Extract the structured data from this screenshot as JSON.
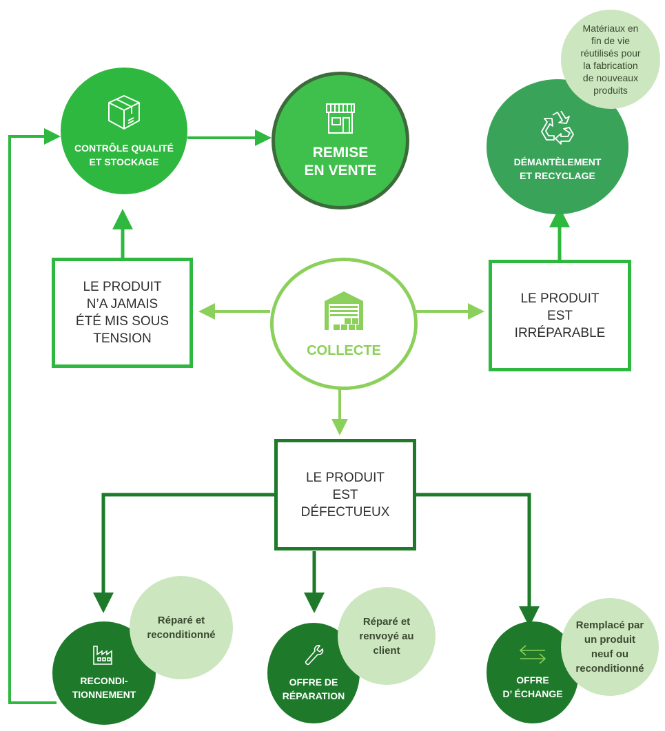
{
  "colors": {
    "bright_green": "#2fb83f",
    "light_green": "#8bd05a",
    "mid_green": "#3aa35a",
    "dark_green": "#1e7a2a",
    "note_green": "#cce6bf"
  },
  "nodes": {
    "controle": {
      "label": "CONTRÔLE QUALITÉ\nET STOCKAGE",
      "icon": "box-icon"
    },
    "remise": {
      "label": "REMISE\nEN VENTE",
      "icon": "shop-icon"
    },
    "demantelement": {
      "label": "DÉMANTÈLEMENT\nET RECYCLAGE",
      "icon": "recycle-icon"
    },
    "collecte": {
      "label": "COLLECTE",
      "icon": "warehouse-icon"
    },
    "recond": {
      "label": "RECONDI-\nTIONNEMENT",
      "icon": "factory-icon"
    },
    "reparation": {
      "label": "OFFRE DE\nRÉPARATION",
      "icon": "wrench-icon"
    },
    "echange": {
      "label": "OFFRE\nD’ ÉCHANGE",
      "icon": "exchange-icon"
    }
  },
  "boxes": {
    "jamais": "LE PRODUIT\nN’A JAMAIS\nÉTÉ MIS SOUS\nTENSION",
    "irreparable": "LE PRODUIT\nEST\nIRRÉPARABLE",
    "defectueux": "LE PRODUIT\nEST\nDÉFECTUEUX"
  },
  "notes": {
    "materiaux": "Matériaux en\nfin de vie\nréutilisés pour\nla fabrication\nde nouveaux\nproduits",
    "repare_recond": "Réparé et\nreconditionné",
    "repare_renvoye": "Réparé et\nrenvoyé au\nclient",
    "remplace": "Remplacé par\nun produit\nneuf ou\nreconditionné"
  }
}
